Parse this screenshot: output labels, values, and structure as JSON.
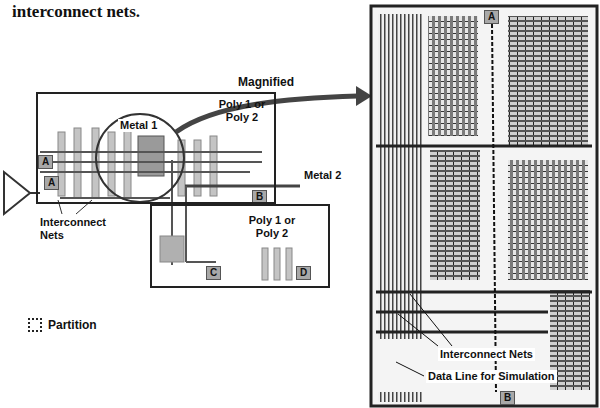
{
  "diagram": {
    "nodes": [
      {
        "text": [
          "Poly 1 or Poly 2"
        ]
      },
      {
        "text": [
          "Poly 1 or Poly 2"
        ]
      }
    ],
    "labels": [
      "interconnect nets.",
      "Magnified",
      "Metal 1",
      "Metal 2",
      "A",
      "A",
      "B",
      "C",
      "D",
      "Interconnect Nets",
      "Interconnect Nets",
      "Data Line for Simulation",
      "A",
      "B"
    ],
    "legend": [
      {
        "text": "Partition"
      }
    ]
  }
}
